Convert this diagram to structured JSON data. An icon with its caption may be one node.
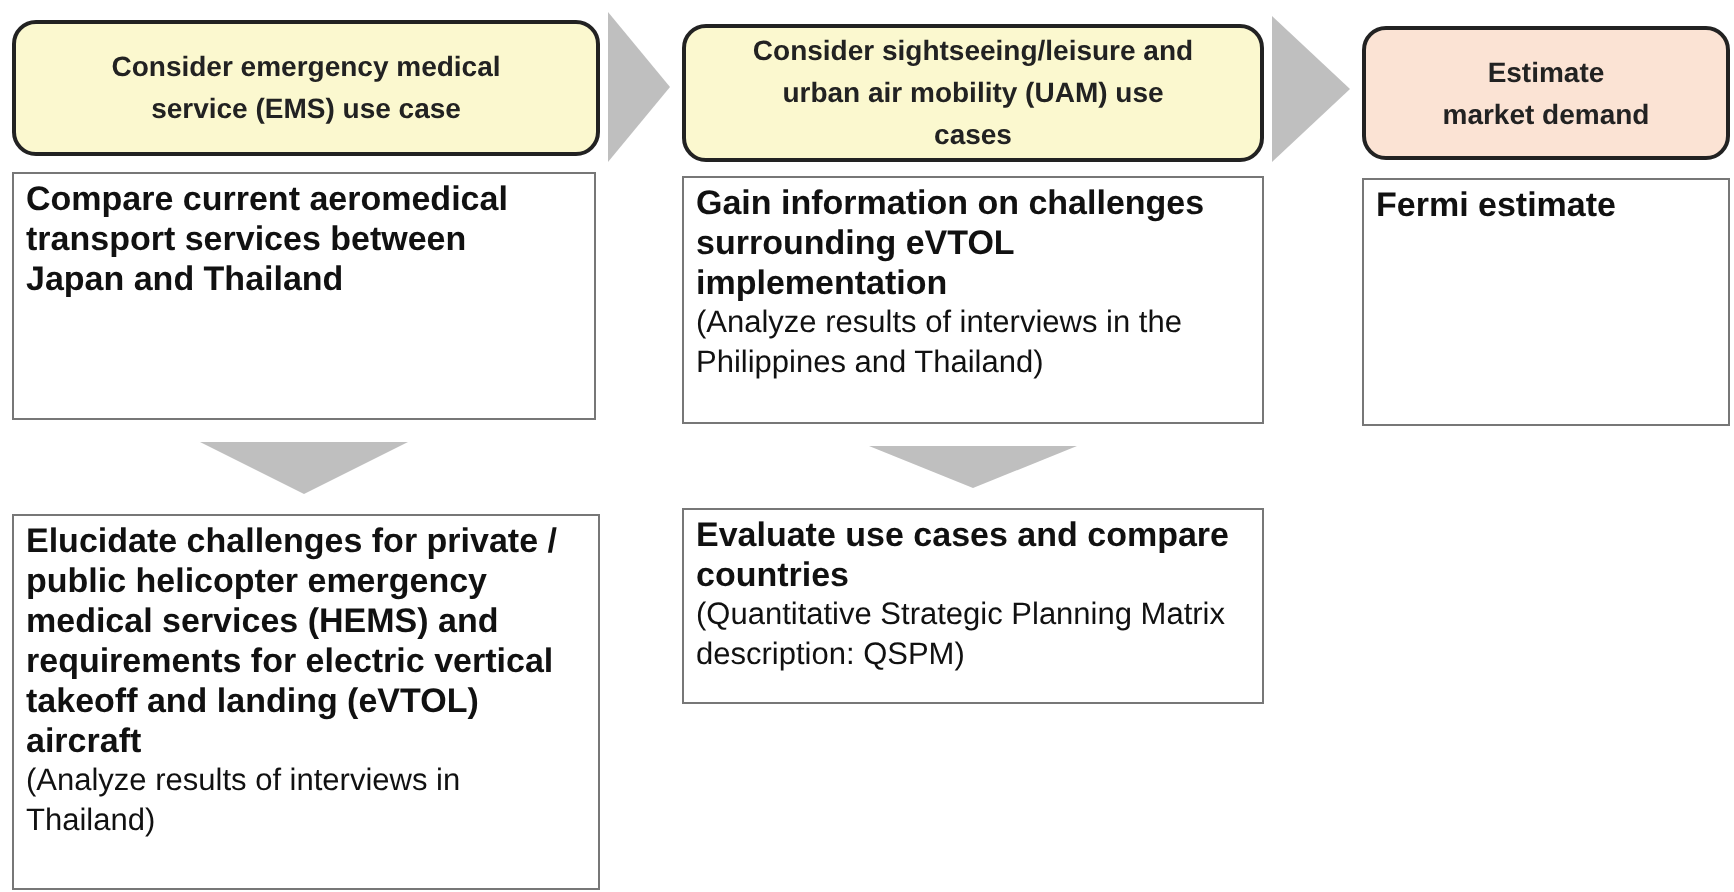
{
  "diagram": {
    "nodes": [
      {
        "text": [
          "Consider emergency medical service (EMS) use case"
        ]
      },
      {
        "text": [
          "Compare current aeromedical transport services between Japan and Thailand"
        ]
      },
      {
        "text": [
          "Elucidate challenges for private / public helicopter emergency medical services (HEMS) and requirements for electric vertical takeoff and landing (eVTOL) aircraft",
          "(Analyze results of interviews in Thailand)"
        ]
      },
      {
        "text": [
          "Consider sightseeing/leisure and urban air mobility (UAM) use cases"
        ]
      },
      {
        "text": [
          "Gain information on challenges surrounding eVTOL implementation",
          "(Analyze results of interviews in the Philippines and Thailand)"
        ]
      },
      {
        "text": [
          "Evaluate use cases and compare countries",
          "(Quantitative Strategic Planning Matrix description: QSPM)"
        ]
      },
      {
        "text": [
          "Estimate market demand"
        ]
      },
      {
        "text": [
          "Fermi estimate"
        ]
      }
    ],
    "edges": [
      {
        "from": 0,
        "to": 3,
        "arrow": "to"
      },
      {
        "from": 3,
        "to": 6,
        "arrow": "to"
      },
      {
        "from": 1,
        "to": 2,
        "arrow": "to"
      },
      {
        "from": 4,
        "to": 5,
        "arrow": "to"
      }
    ]
  }
}
